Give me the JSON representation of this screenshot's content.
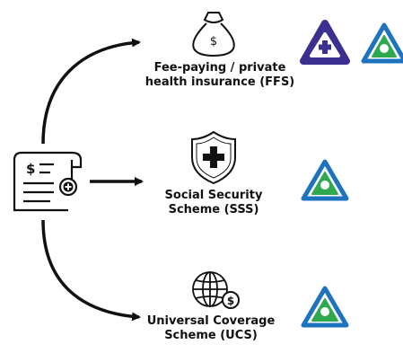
{
  "diagram": {
    "schemes": [
      {
        "id": "ffs",
        "label_lines": [
          "Fee-paying / private",
          "health insurance (FFS)"
        ],
        "icon": "money-bag-icon"
      },
      {
        "id": "sss",
        "label_lines": [
          "Social Security",
          "Scheme (SSS)"
        ],
        "icon": "shield-cross-icon"
      },
      {
        "id": "ucs",
        "label_lines": [
          "Universal Coverage",
          "Scheme (UCS)"
        ],
        "icon": "globe-coin-icon"
      }
    ],
    "source_icon": "invoice-receipt-icon",
    "money_symbol": "$",
    "colors": {
      "stroke": "#111111",
      "logo_navy": "#3b2f8f",
      "logo_blue": "#1e73be",
      "logo_green": "#2fa84f"
    }
  }
}
